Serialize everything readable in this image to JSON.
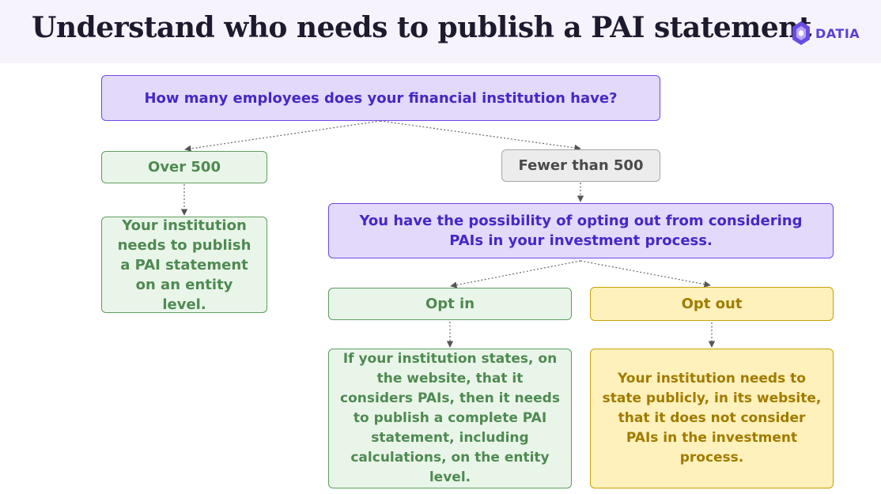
{
  "header": {
    "title": "Understand who needs to publish a PAI statement",
    "logo_text": "DATIA"
  },
  "diagram": {
    "question": "How many employees does your financial institution have?",
    "over_500": "Over 500",
    "fewer_than_500": "Fewer than 500",
    "over_result": "Your institution needs to publish a PAI statement on an entity level.",
    "opt_possibility": "You have the possibility of opting out from considering PAIs in your investment process.",
    "opt_in": "Opt in",
    "opt_out": "Opt out",
    "opt_in_result": "If your institution states, on the website, that it considers PAIs, then it needs to publish a complete PAI statement, including calculations, on the entity level.",
    "opt_out_result": "Your institution needs to state publicly, in its website, that it does not consider PAIs in the investment process."
  },
  "colors": {
    "purple_fill": "#e2d9fb",
    "purple_border": "#7049e5",
    "green_fill": "#eaf5ea",
    "green_border": "#5b9e5e",
    "grey_fill": "#ececec",
    "grey_border": "#a6a6a6",
    "yellow_fill": "#fff1bb",
    "yellow_border": "#c9a100",
    "brand": "#5b3fd6"
  }
}
